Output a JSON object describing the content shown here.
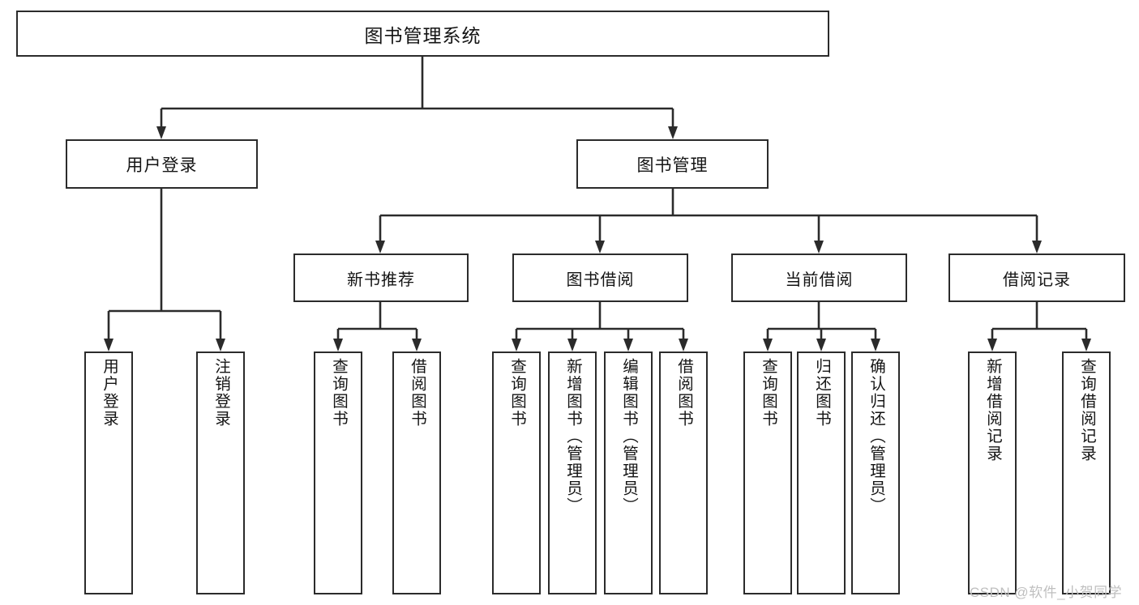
{
  "diagram": {
    "title": "图书管理系统",
    "type": "tree-structure-chart",
    "root": {
      "label": "图书管理系统"
    },
    "level2": [
      {
        "label": "用户登录"
      },
      {
        "label": "图书管理"
      }
    ],
    "level3": [
      {
        "label": "新书推荐"
      },
      {
        "label": "图书借阅"
      },
      {
        "label": "当前借阅"
      },
      {
        "label": "借阅记录"
      }
    ],
    "leaves": {
      "user_login": [
        {
          "label": "用户登录"
        },
        {
          "label": "注销登录"
        }
      ],
      "new_book_recommend": [
        {
          "label": "查询图书"
        },
        {
          "label": "借阅图书"
        }
      ],
      "book_borrow": [
        {
          "label": "查询图书"
        },
        {
          "label": "新增图书（管理员）"
        },
        {
          "label": "编辑图书（管理员）"
        },
        {
          "label": "借阅图书"
        }
      ],
      "current_borrow": [
        {
          "label": "查询图书"
        },
        {
          "label": "归还图书"
        },
        {
          "label": "确认归还（管理员）"
        }
      ],
      "borrow_record": [
        {
          "label": "新增借阅记录"
        },
        {
          "label": "查询借阅记录"
        }
      ]
    }
  },
  "watermark": {
    "text": "CSDN @软件_小贺同学"
  },
  "colors": {
    "stroke": "#2b2b2b",
    "fill": "#ffffff",
    "text": "#141414",
    "watermark": "#bfbfbf"
  }
}
